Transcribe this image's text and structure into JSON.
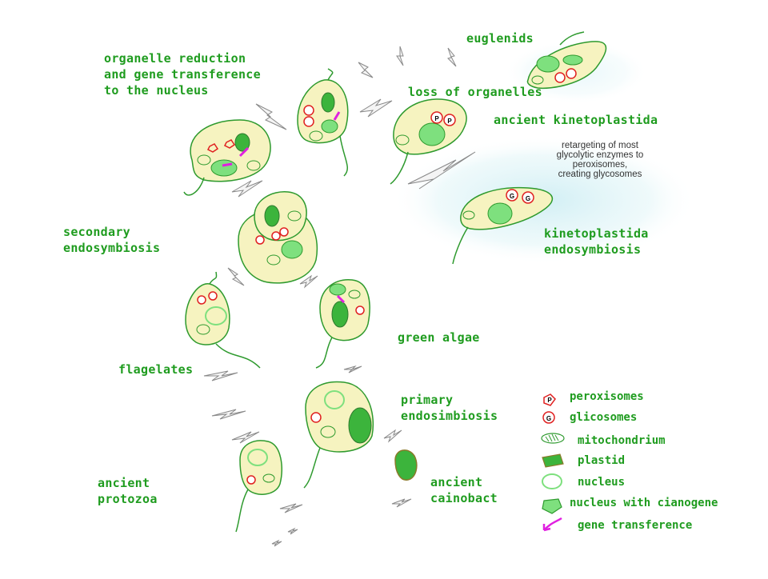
{
  "labels": {
    "euglenids": "euglenids",
    "organelle_reduction": "organelle reduction\nand gene transference\nto the nucleus",
    "loss_of_organelles": "loss of organelles",
    "ancient_kinetoplastida": "ancient kinetoplastida",
    "retargeting_note": "retargeting of most\nglycolytic enzymes to\nperoxisomes,\ncreating glycosomes",
    "secondary_endosymbiosis": "secondary\nendosymbiosis",
    "kinetoplastida_endosymbiosis": "kinetoplastida\nendosymbiosis",
    "green_algae": "green algae",
    "flagelates": "flagelates",
    "primary_endosimbiosis": "primary\nendosimbiosis",
    "ancient_protozoa": "ancient\nprotozoa",
    "ancient_cainobact": "ancient\ncainobact"
  },
  "legend": [
    {
      "icon": "peroxisome-icon",
      "label": "peroxisomes"
    },
    {
      "icon": "glicosome-icon",
      "label": "glicosomes"
    },
    {
      "icon": "mitochondrium-icon",
      "label": "mitochondrium"
    },
    {
      "icon": "plastid-icon",
      "label": "plastid"
    },
    {
      "icon": "nucleus-icon",
      "label": "nucleus"
    },
    {
      "icon": "nucleus-cianogene-icon",
      "label": "nucleus with cianogene"
    },
    {
      "icon": "gene-transference-icon",
      "label": "gene transference"
    }
  ],
  "symbols": {
    "peroxisome": "P",
    "glicosome": "G"
  },
  "colors": {
    "label": "#1f9c1f",
    "cell_fill": "#f6f3c0",
    "cell_stroke": "#2e9a2e",
    "nucleus": "#7ee07e",
    "plastid": "#3cb43c",
    "peroxisome": "#e02020",
    "gene_arrow": "#e020e0"
  }
}
